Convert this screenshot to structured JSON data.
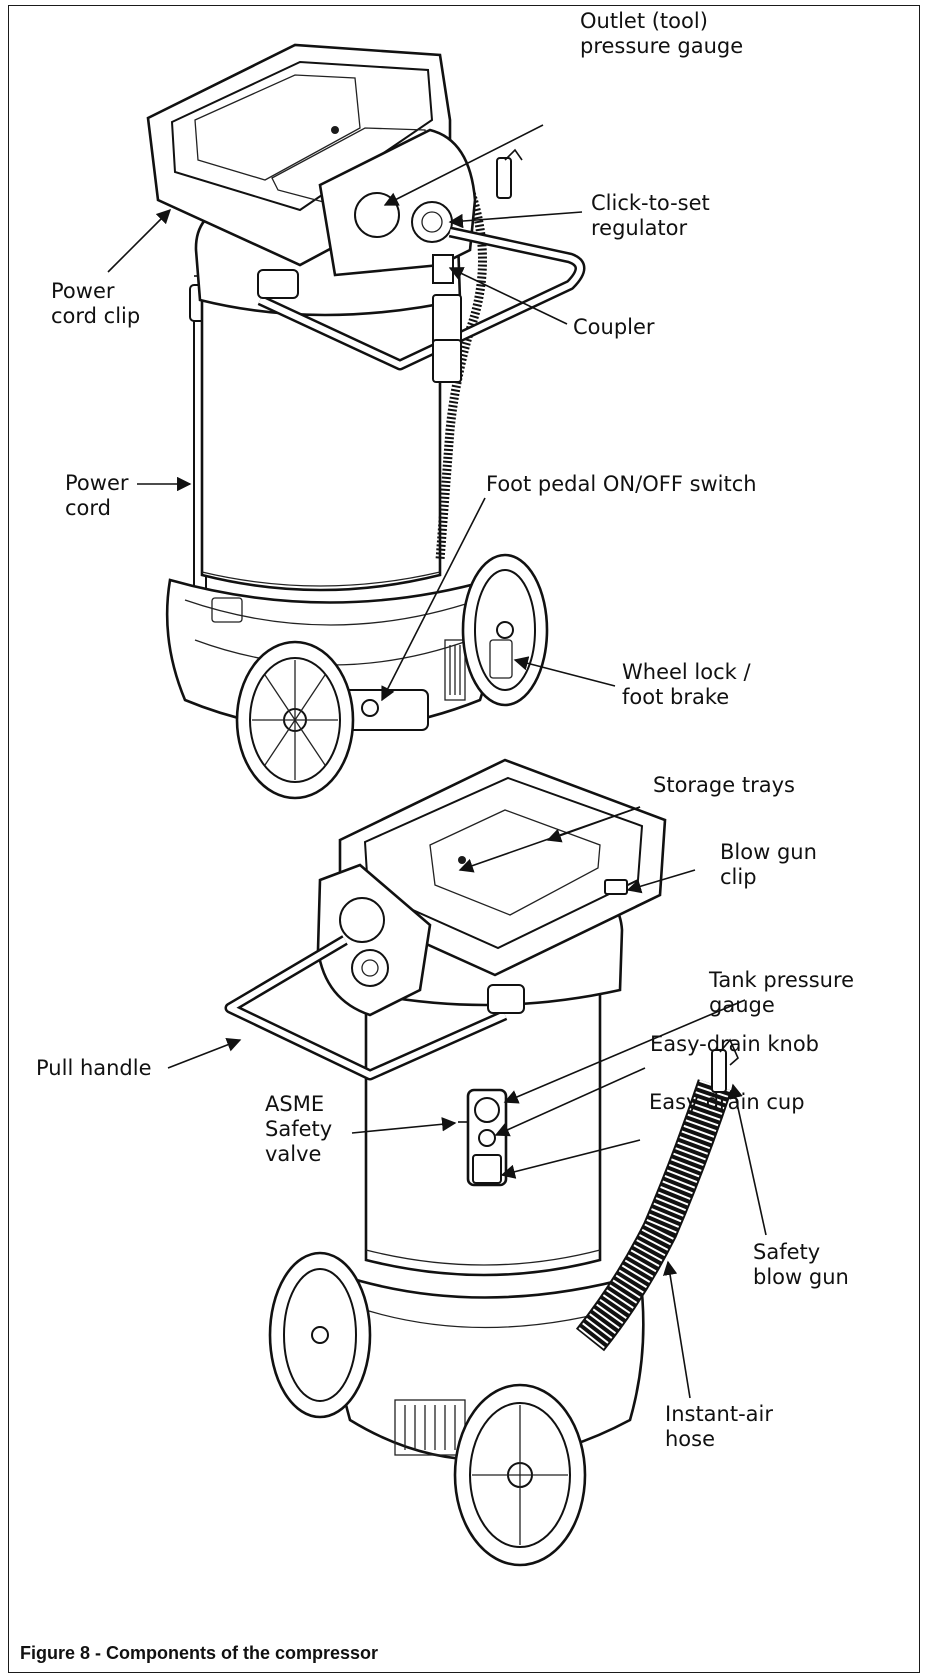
{
  "caption": "Figure 8 - Components of the compressor",
  "labels": {
    "outlet_gauge": "Outlet (tool)\npressure gauge",
    "regulator": "Click-to-set\nregulator",
    "power_cord_clip": "Power\ncord clip",
    "coupler": "Coupler",
    "power_cord": "Power\ncord",
    "foot_pedal": "Foot pedal ON/OFF switch",
    "wheel_lock": "Wheel lock /\nfoot brake",
    "storage_trays": "Storage trays",
    "blow_gun_clip": "Blow gun\nclip",
    "tank_gauge": "Tank pressure\ngauge",
    "drain_knob": "Easy-drain knob",
    "pull_handle": "Pull handle",
    "drain_cup": "Easy-drain cup",
    "safety_valve": "ASME\nSafety\nvalve",
    "blow_gun": "Safety\nblow gun",
    "hose": "Instant-air\nhose"
  }
}
